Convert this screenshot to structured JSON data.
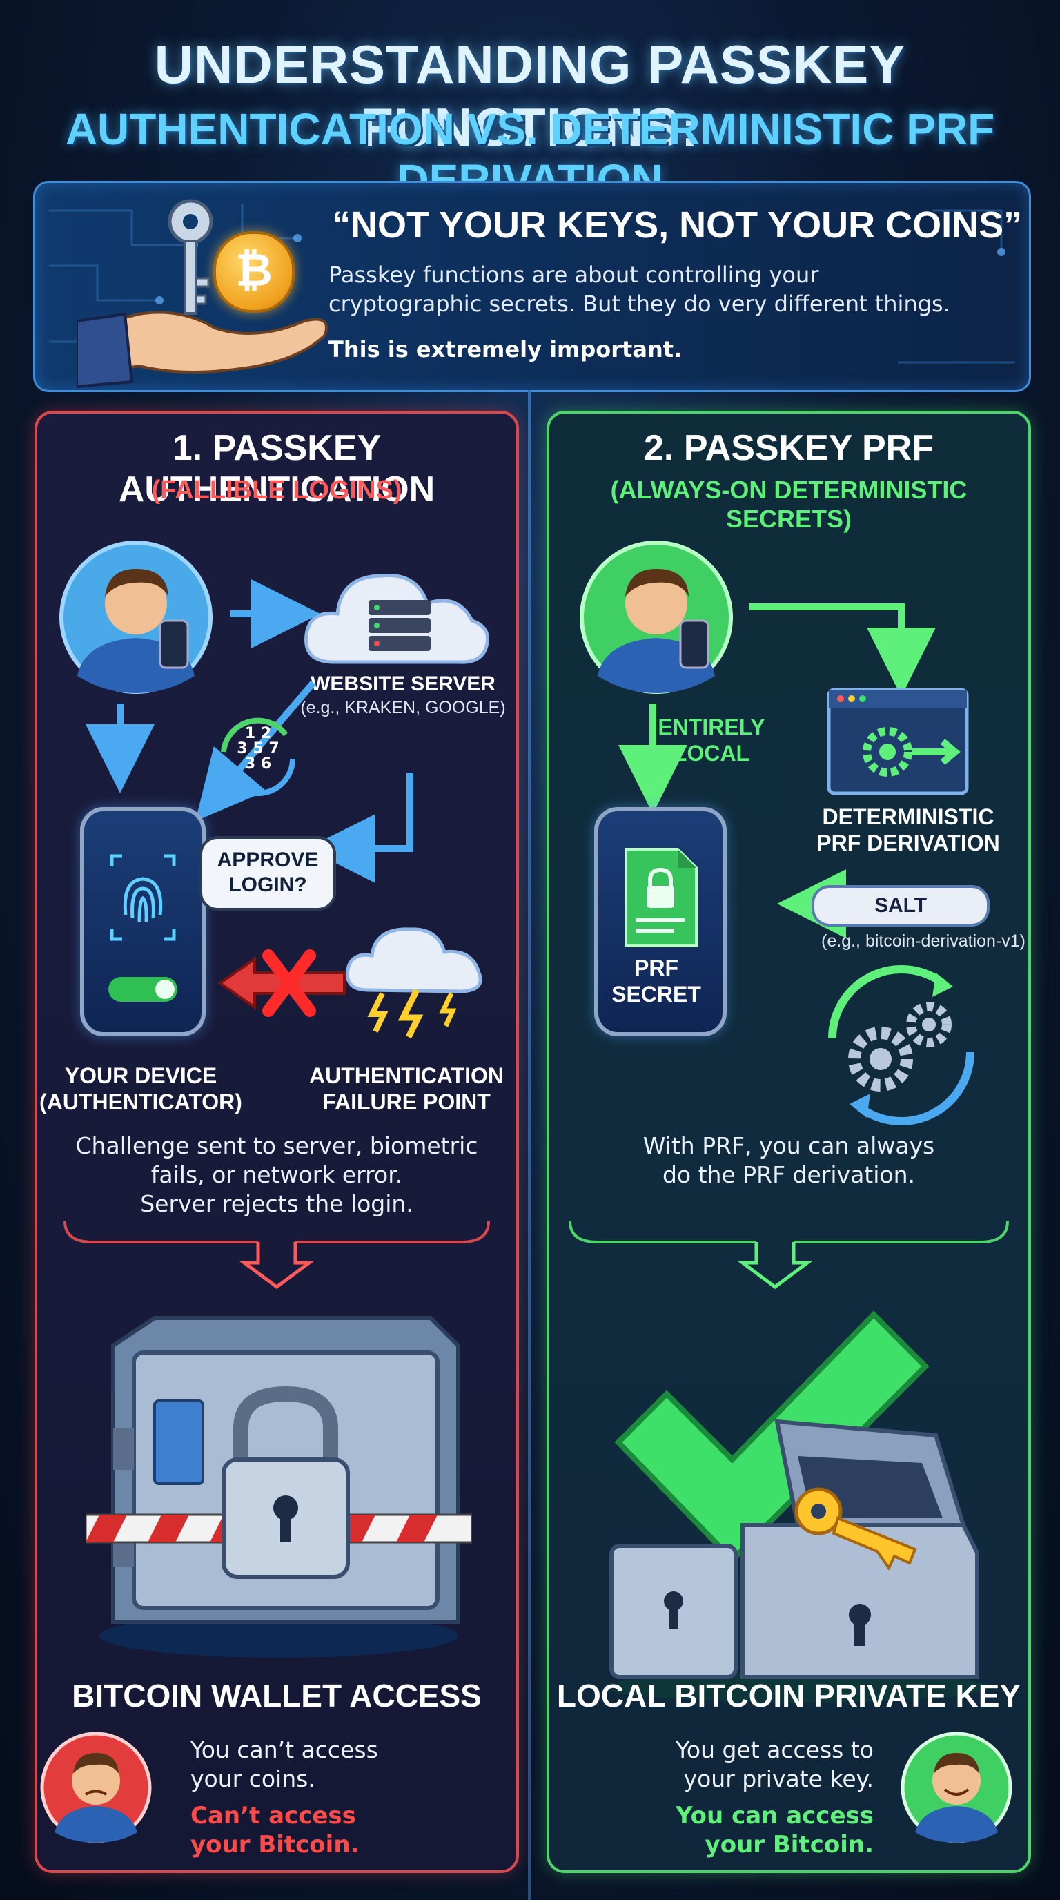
{
  "header": {
    "title_line1": "UNDERSTANDING PASSKEY FUNCTIONS:",
    "title_line2": "AUTHENTICATION VS. DETERMINISTIC PRF DERIVATION"
  },
  "intro": {
    "quote": "“NOT YOUR KEYS, NOT YOUR COINS”",
    "text_line1": "Passkey functions are about controlling your",
    "text_line2": "cryptographic secrets. But they do very different things.",
    "emphasis": "This is extremely important.",
    "bitcoin_symbol": "₿"
  },
  "left": {
    "title": "1. PASSKEY AUTHENTICATION",
    "subtitle": "(FALLIBLE LOGINS)",
    "server_label": "WEBSITE SERVER",
    "server_examples": "(e.g., KRAKEN, GOOGLE)",
    "code_digits": [
      "1",
      "2",
      "3",
      "5",
      "7",
      "3",
      "6"
    ],
    "bubble_line1": "APPROVE",
    "bubble_line2": "LOGIN?",
    "device_line1": "YOUR DEVICE",
    "device_line2": "(AUTHENTICATOR)",
    "failure_line1": "AUTHENTICATION",
    "failure_line2": "FAILURE POINT",
    "desc_line1": "Challenge sent to server, biometric",
    "desc_line2": "fails, or network error.",
    "desc_line3": "Server rejects the login.",
    "result_title": "BITCOIN WALLET ACCESS",
    "result_text_line1": "You can’t access",
    "result_text_line2": "your coins.",
    "result_emph_line1": "Can’t access",
    "result_emph_line2": "your Bitcoin."
  },
  "right": {
    "title": "2. PASSKEY PRF",
    "subtitle": "(ALWAYS-ON DETERMINISTIC SECRETS)",
    "local_line1": "ENTIRELY",
    "local_line2": "LOCAL",
    "prf_line1": "DETERMINISTIC",
    "prf_line2": "PRF DERIVATION",
    "secret_line1": "PRF",
    "secret_line2": "SECRET",
    "salt_label": "SALT",
    "salt_example": "(e.g., bitcoin-derivation-v1)",
    "desc_line1": "With PRF, you can always",
    "desc_line2": "do the PRF derivation.",
    "result_title": "LOCAL BITCOIN PRIVATE KEY",
    "result_text_line1": "You get access to",
    "result_text_line2": "your private key.",
    "result_emph_line1": "You can access",
    "result_emph_line2": "your Bitcoin."
  },
  "colors": {
    "fail_accent": "#d9484c",
    "success_accent": "#4fd46a",
    "title_blue": "#5ed1ff"
  }
}
